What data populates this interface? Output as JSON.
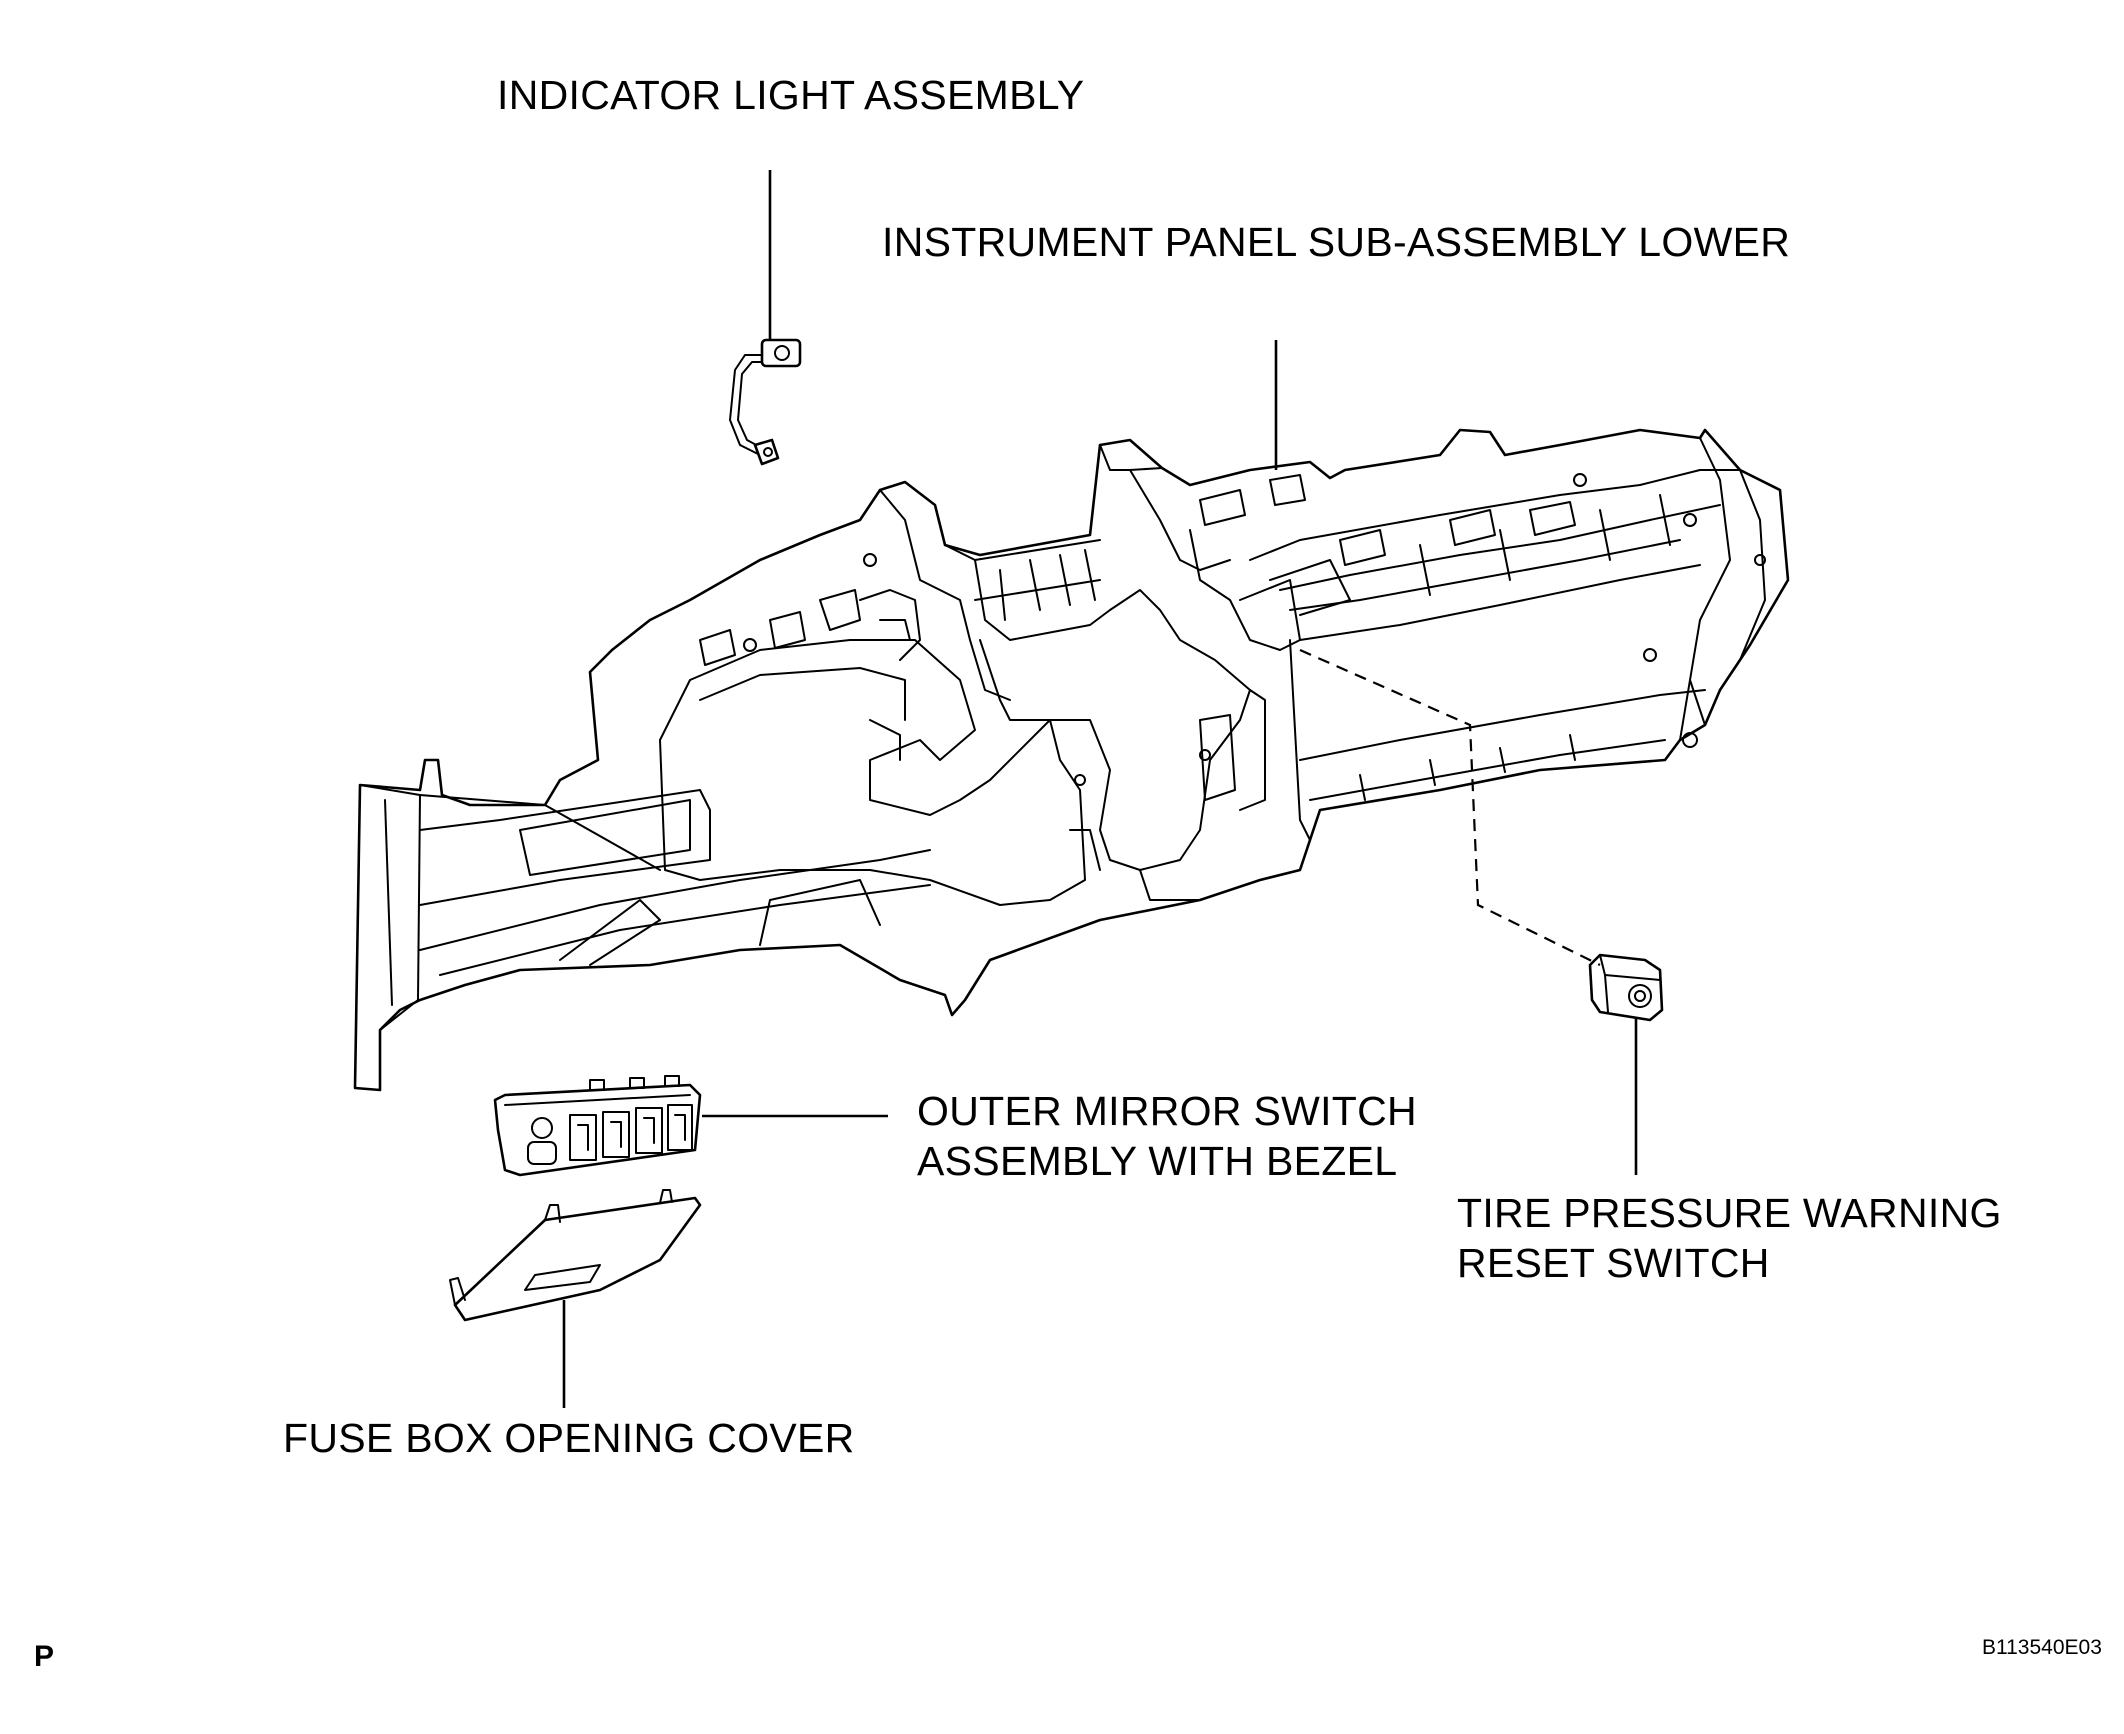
{
  "labels": {
    "indicator_light": "INDICATOR LIGHT ASSEMBLY",
    "instrument_panel": "INSTRUMENT PANEL SUB-ASSEMBLY LOWER",
    "outer_mirror_line1": "OUTER MIRROR SWITCH",
    "outer_mirror_line2": "ASSEMBLY WITH BEZEL",
    "tire_pressure_line1": "TIRE PRESSURE WARNING",
    "tire_pressure_line2": "RESET SWITCH",
    "fuse_box_cover": "FUSE BOX OPENING COVER"
  },
  "footer": {
    "corner_letter": "P",
    "figure_code": "B113540E03"
  }
}
